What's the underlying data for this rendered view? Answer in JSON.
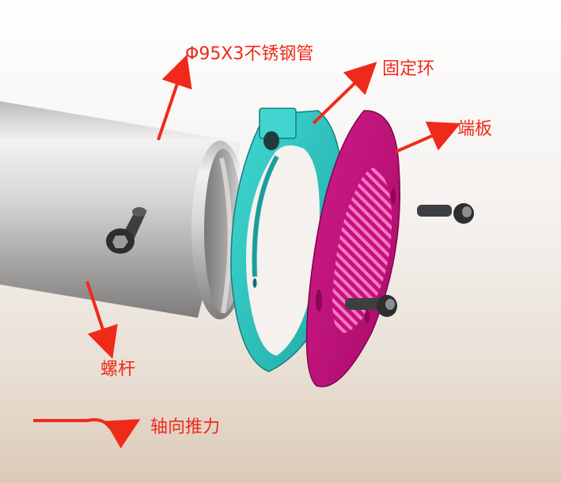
{
  "labels": {
    "tube": "Φ95X3不锈钢管",
    "ring": "固定环",
    "plate": "端板",
    "bolt": "螺杆",
    "force": "轴向推力"
  },
  "colors": {
    "annotation": "#f02a1a",
    "tube": "#c8c6c4",
    "ring": "#2ec7c2",
    "plate": "#c8127e",
    "bolt": "#3e3f42"
  },
  "icons": [
    "arrow-icon",
    "screw-icon",
    "wavy-arrow-icon"
  ]
}
